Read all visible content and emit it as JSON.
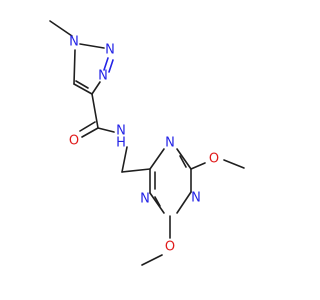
{
  "molecule": {
    "atoms": {
      "n_triazole_1": "N",
      "n_triazole_2": "N",
      "n_triazole_3": "N",
      "o_carbonyl": "O",
      "n_amide": "N",
      "h_amide": "H",
      "n_triazine_top": "N",
      "n_triazine_left": "N",
      "n_triazine_bottom": "N",
      "o_methoxy_top": "O",
      "o_methoxy_bottom": "O"
    },
    "colors": {
      "carbon": "#1f1f1f",
      "nitrogen": "#2323e6",
      "oxygen": "#e01a1a"
    }
  }
}
